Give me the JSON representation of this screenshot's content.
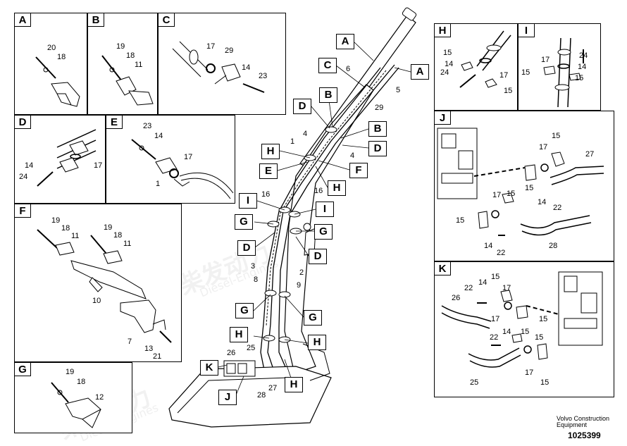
{
  "panels": {
    "A": {
      "letter": "A",
      "nums": [
        "20",
        "18"
      ]
    },
    "B": {
      "letter": "B",
      "nums": [
        "19",
        "18",
        "11"
      ]
    },
    "C": {
      "letter": "C",
      "nums": [
        "17",
        "29",
        "14",
        "23"
      ]
    },
    "D": {
      "letter": "D",
      "nums": [
        "14",
        "24",
        "17"
      ]
    },
    "E": {
      "letter": "E",
      "nums": [
        "23",
        "14",
        "17",
        "1"
      ]
    },
    "F": {
      "letter": "F",
      "nums": [
        "19",
        "18",
        "11",
        "19",
        "18",
        "11",
        "10",
        "7",
        "13",
        "21"
      ]
    },
    "G": {
      "letter": "G",
      "nums": [
        "19",
        "18",
        "12"
      ]
    },
    "H": {
      "letter": "H",
      "nums": [
        "15",
        "14",
        "24",
        "17",
        "15"
      ]
    },
    "I": {
      "letter": "I",
      "nums": [
        "17",
        "24",
        "14",
        "15",
        "15"
      ]
    },
    "J": {
      "letter": "J",
      "nums": [
        "15",
        "17",
        "27",
        "17",
        "15",
        "15",
        "14",
        "22",
        "15",
        "14",
        "22",
        "28"
      ]
    },
    "K": {
      "letter": "K",
      "nums": [
        "15",
        "22",
        "14",
        "17",
        "26",
        "15",
        "17",
        "22",
        "14",
        "15",
        "15",
        "25",
        "17",
        "15"
      ]
    }
  },
  "main": {
    "callouts": [
      "A",
      "A",
      "C",
      "B",
      "D",
      "B",
      "D",
      "H",
      "E",
      "F",
      "H",
      "I",
      "I",
      "G",
      "G",
      "D",
      "D",
      "G",
      "G",
      "H",
      "H",
      "K",
      "J",
      "H"
    ],
    "nums": [
      "6",
      "5",
      "29",
      "4",
      "1",
      "4",
      "16",
      "16",
      "3",
      "2",
      "8",
      "9",
      "26",
      "25",
      "27",
      "28"
    ]
  },
  "watermark": {
    "cn": "柴发动力",
    "en": "Diesel-Engines"
  },
  "footer": {
    "line1": "Volvo Construction",
    "line2": "Equipment",
    "number": "1025399"
  }
}
